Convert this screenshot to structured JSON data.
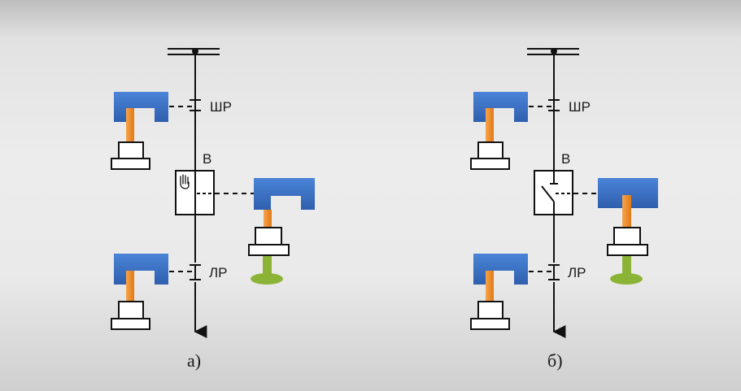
{
  "colors": {
    "actuator_blue": "#3a6fc6",
    "rod_orange": "#f08a24",
    "motor_green": "#8bb436",
    "line": "#111111",
    "background": "#e8e8e8"
  },
  "diagrams": [
    {
      "id": "a",
      "caption": "а)",
      "busbar_disconnector_label": "ШР",
      "breaker_label": "В",
      "line_disconnector_label": "ЛР",
      "breaker_state": "open",
      "cursor_icon": "hand-cursor-icon"
    },
    {
      "id": "b",
      "caption": "б)",
      "busbar_disconnector_label": "ШР",
      "breaker_label": "В",
      "line_disconnector_label": "ЛР",
      "breaker_state": "closed-switch-symbol"
    }
  ]
}
